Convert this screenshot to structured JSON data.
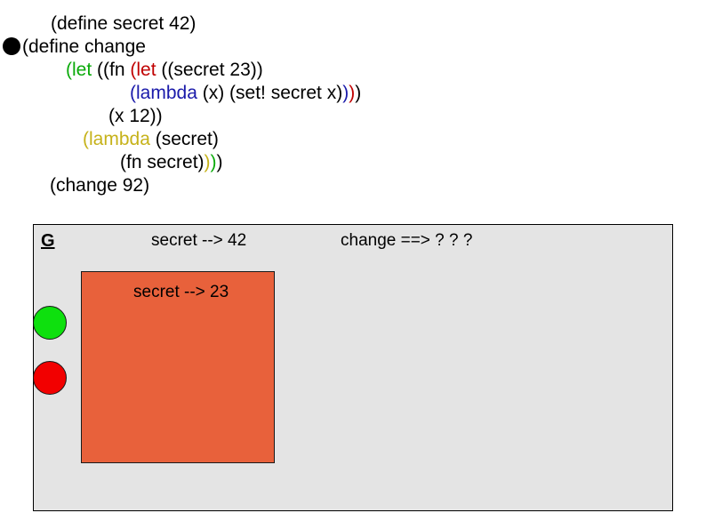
{
  "slide": {
    "code": {
      "lines": [
        {
          "id": "line-define-secret",
          "bullet": false,
          "indent": 57,
          "tokens": [
            {
              "text": "(define secret 42)",
              "color": "black"
            }
          ]
        },
        {
          "id": "line-define-change",
          "bullet": true,
          "indent": 29,
          "tokens": [
            {
              "text": "(define change",
              "color": "black"
            }
          ]
        },
        {
          "id": "line-let-fn-let-secret",
          "bullet": false,
          "indent": 74,
          "tokens": [
            {
              "text": "(let",
              "color": "green"
            },
            {
              "text": " ((fn ",
              "color": "black"
            },
            {
              "text": "(let",
              "color": "red"
            },
            {
              "text": " ((secret 23))",
              "color": "black"
            }
          ]
        },
        {
          "id": "line-lambda-set",
          "bullet": false,
          "indent": 146,
          "tokens": [
            {
              "text": "(lambda",
              "color": "blue"
            },
            {
              "text": " (x) (set! secret x)",
              "color": "black"
            },
            {
              "text": ")",
              "color": "blue"
            },
            {
              "text": ")",
              "color": "red"
            },
            {
              "text": ")",
              "color": "black"
            }
          ]
        },
        {
          "id": "line-x-12",
          "bullet": false,
          "indent": 122,
          "tokens": [
            {
              "text": "(x 12))",
              "color": "black"
            }
          ]
        },
        {
          "id": "line-lambda-secret",
          "bullet": false,
          "indent": 93,
          "tokens": [
            {
              "text": "(lambda",
              "color": "yellow"
            },
            {
              "text": " (secret)",
              "color": "black"
            }
          ]
        },
        {
          "id": "line-fn-secret",
          "bullet": false,
          "indent": 135,
          "tokens": [
            {
              "text": "(fn secret)",
              "color": "black"
            },
            {
              "text": ")",
              "color": "yellow"
            },
            {
              "text": ")",
              "color": "green"
            },
            {
              "text": ")",
              "color": "black"
            }
          ]
        },
        {
          "id": "line-change-92",
          "bullet": false,
          "indent": 56,
          "tokens": [
            {
              "text": "(change 92)",
              "color": "black"
            }
          ]
        }
      ]
    },
    "environment_diagram": {
      "global_frame": {
        "label": "G",
        "bindings": [
          {
            "name": "secret-binding-global",
            "text": "secret --> 42"
          },
          {
            "name": "change-binding-global",
            "text": "change ==> ? ? ?"
          }
        ]
      },
      "inner_frame": {
        "binding": "secret --> 23",
        "color": "#e8613b"
      },
      "procedures": [
        {
          "name": "fn-procedure",
          "color": "#0ee00e"
        },
        {
          "name": "change-procedure",
          "color": "#f20000"
        }
      ],
      "panel_color": "#e4e4e4"
    },
    "colors": {
      "green": "#0aaa0a",
      "red": "#c00000",
      "blue": "#1a1aaa",
      "yellow": "#c6b21a",
      "black": "#000000",
      "orange_frame": "#e8613b",
      "panel_bg": "#e4e4e4"
    }
  }
}
